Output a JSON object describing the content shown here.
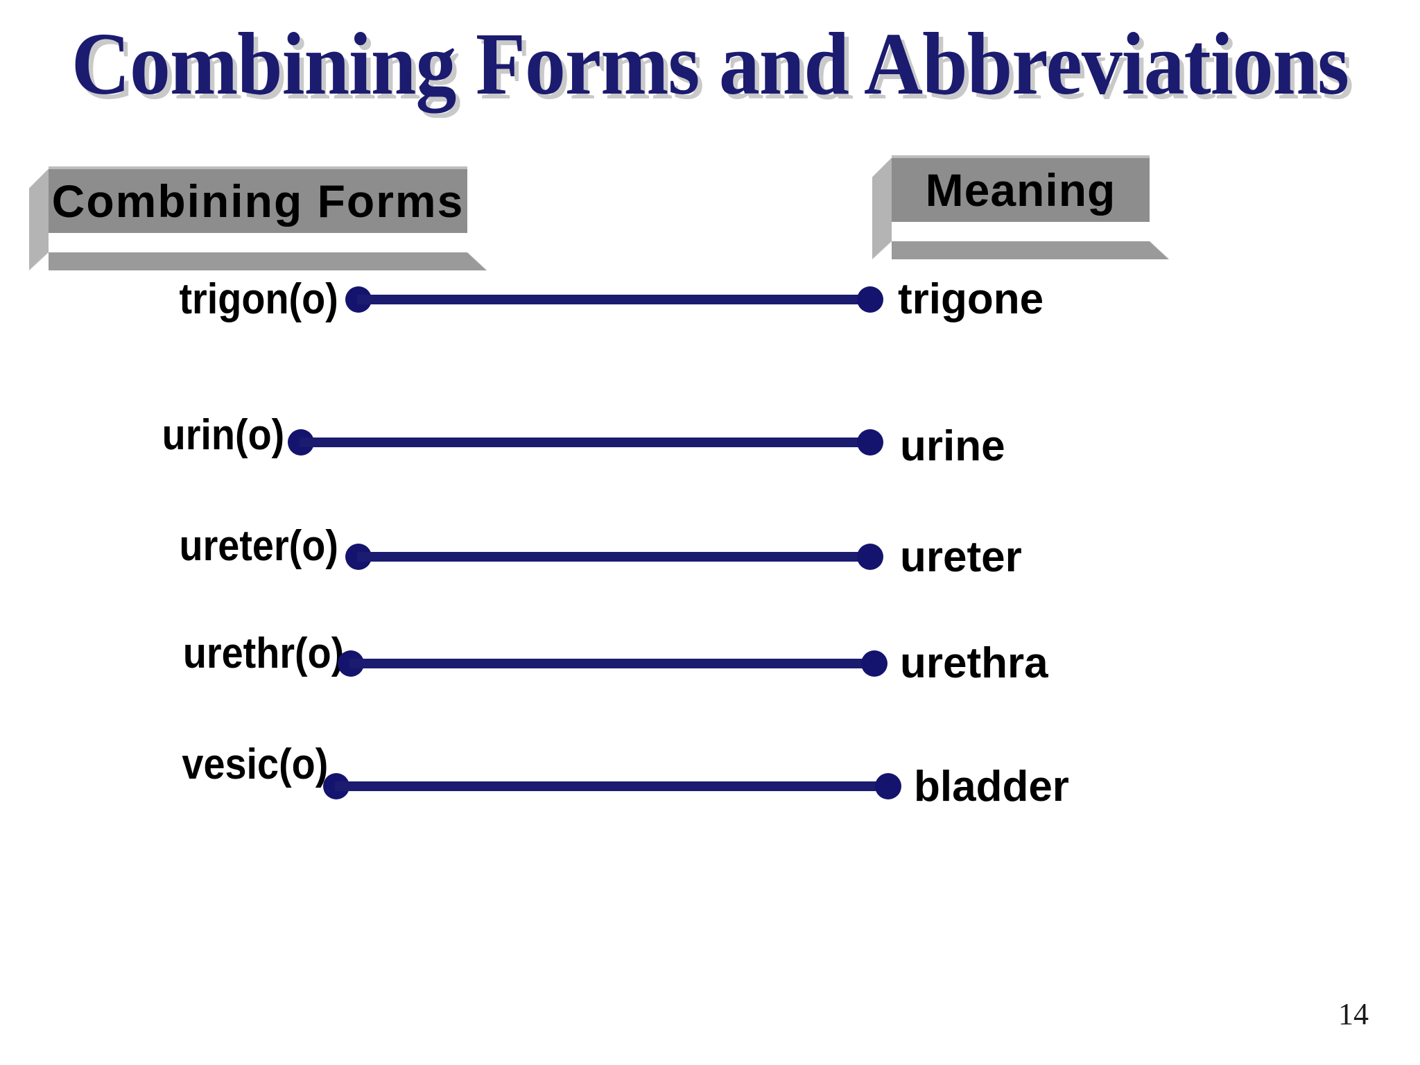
{
  "slide": {
    "title": "Combining Forms and Abbreviations",
    "page_number": "14",
    "background_color": "#ffffff",
    "title_color": "#1b1b70",
    "title_shadow_color": "#c9c9c9",
    "accent_color": "#14146e",
    "plate_face_color": "#8d8d8d",
    "plate_bevel_color": "#b4b4b4",
    "plate_shadow_color": "#9a9a9a"
  },
  "headers": {
    "left": "Combining Forms",
    "right": "Meaning"
  },
  "rows": [
    {
      "term": "trigon(o)",
      "meaning": "trigone"
    },
    {
      "term": "urin(o)",
      "meaning": "urine"
    },
    {
      "term": "ureter(o)",
      "meaning": "ureter"
    },
    {
      "term": "urethr(o)",
      "meaning": "urethra"
    },
    {
      "term": "vesic(o)",
      "meaning": "bladder"
    }
  ]
}
